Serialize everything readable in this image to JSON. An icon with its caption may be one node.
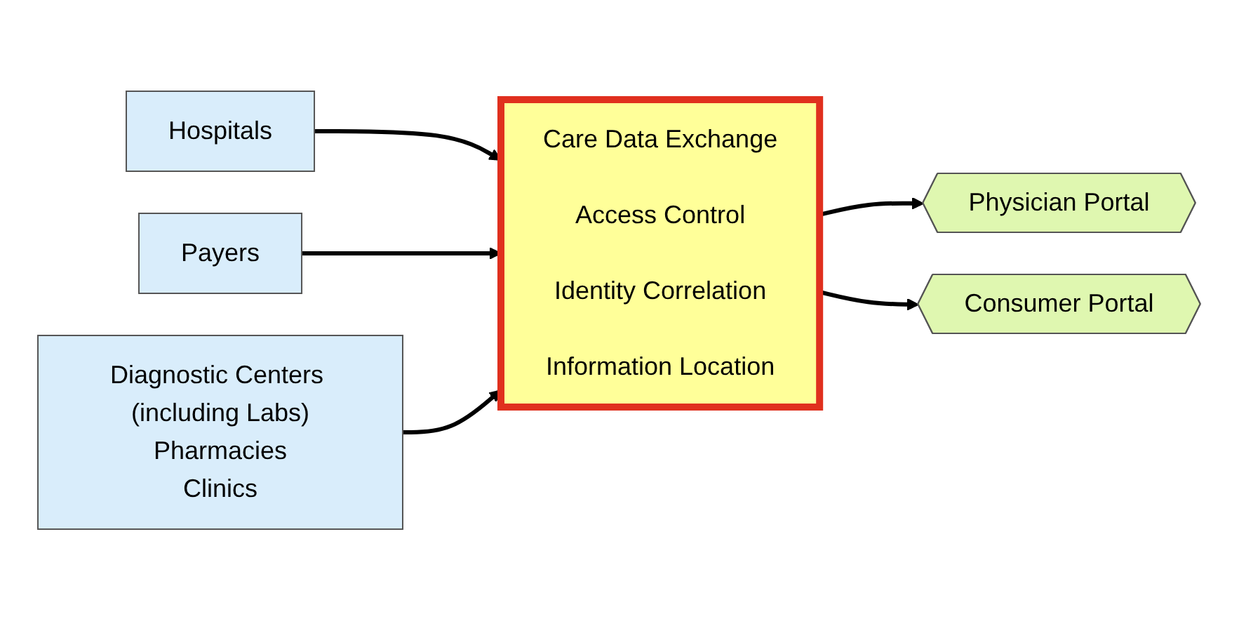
{
  "diagram": {
    "nodes": [
      {
        "text": [
          "Hospitals"
        ]
      },
      {
        "text": [
          "Payers"
        ]
      },
      {
        "text": [
          "Diagnostic Centers (including Labs)",
          "Pharmacies",
          "Clinics"
        ]
      },
      {
        "text": [
          "Care Data Exchange",
          "Access Control",
          "Identity Correlation",
          "Information Location"
        ]
      },
      {
        "text": [
          "Physician Portal"
        ]
      },
      {
        "text": [
          "Consumer Portal"
        ]
      }
    ],
    "edges": [
      {
        "from": 0,
        "to": 3,
        "arrow": "to"
      },
      {
        "from": 1,
        "to": 3,
        "arrow": "to"
      },
      {
        "from": 2,
        "to": 3,
        "arrow": "to"
      },
      {
        "from": 3,
        "to": 4,
        "arrow": "to"
      },
      {
        "from": 3,
        "to": 5,
        "arrow": "to"
      }
    ]
  }
}
